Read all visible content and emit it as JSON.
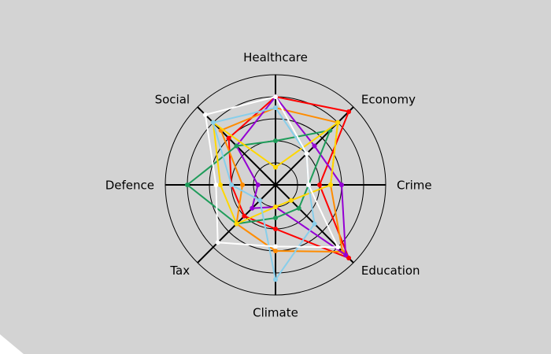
{
  "chart_data": {
    "type": "radar",
    "axes": [
      "Healthcare",
      "Economy",
      "Crime",
      "Education",
      "Climate",
      "Tax",
      "Defence",
      "Social"
    ],
    "rmax": 5,
    "rings": [
      1,
      2,
      3,
      4,
      5
    ],
    "grid": true,
    "legend": "none",
    "series": [
      {
        "color": "#ff0000",
        "values": [
          4.0,
          4.7,
          2.0,
          4.7,
          2.0,
          2.0,
          2.0,
          3.0
        ]
      },
      {
        "color": "#ff8c00",
        "values": [
          3.5,
          4.0,
          2.5,
          4.3,
          3.0,
          2.5,
          1.5,
          3.5
        ]
      },
      {
        "color": "#9400d3",
        "values": [
          4.0,
          2.5,
          3.0,
          4.5,
          1.0,
          1.5,
          0.8,
          2.5
        ]
      },
      {
        "color": "#1e9c5a",
        "values": [
          2.0,
          3.5,
          1.5,
          1.5,
          1.5,
          2.5,
          4.0,
          2.5
        ]
      },
      {
        "color": "#ffd700",
        "values": [
          0.8,
          4.0,
          2.5,
          1.0,
          1.0,
          2.5,
          2.5,
          4.0
        ]
      },
      {
        "color": "#87ceeb",
        "values": [
          3.5,
          2.0,
          1.5,
          2.5,
          4.3,
          1.0,
          2.0,
          4.0
        ]
      },
      {
        "color": "#ffffff",
        "values": [
          4.0,
          2.0,
          1.5,
          4.0,
          2.8,
          3.7,
          2.7,
          4.5
        ]
      }
    ]
  }
}
